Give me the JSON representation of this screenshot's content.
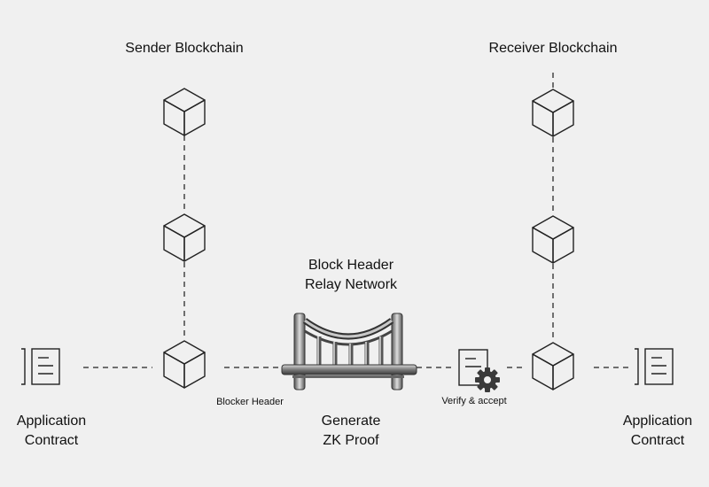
{
  "sender": {
    "title": "Sender Blockchain"
  },
  "receiver": {
    "title": "Receiver Blockchain"
  },
  "relay": {
    "title_line1": "Block Header",
    "title_line2": "Relay Network"
  },
  "left_contract": {
    "line1": "Application",
    "line2": "Contract"
  },
  "right_contract": {
    "line1": "Application",
    "line2": "Contract"
  },
  "edge_labels": {
    "blocker_header": "Blocker Header",
    "verify_accept": "Verify & accept"
  },
  "proof": {
    "line1": "Generate",
    "line2": "ZK Proof"
  },
  "icons": [
    "cube-icon",
    "contract-document-icon",
    "bridge-icon",
    "proof-document-icon",
    "gear-icon"
  ],
  "colors": {
    "background": "#f0f0f0",
    "stroke": "#222222",
    "dash": "#444444"
  }
}
